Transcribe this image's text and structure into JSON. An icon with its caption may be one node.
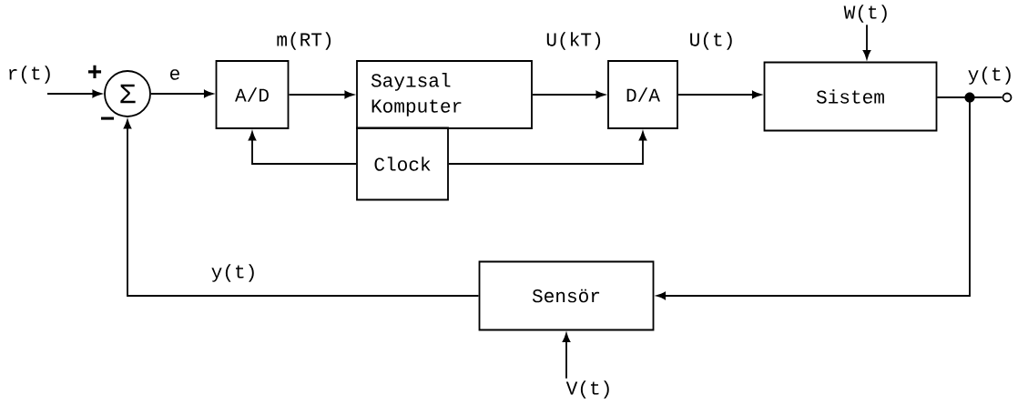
{
  "diagram": {
    "nodes": [
      {
        "text": [
          "Σ"
        ]
      },
      {
        "text": [
          "A/D"
        ]
      },
      {
        "text": [
          "Sayısal Komputer"
        ]
      },
      {
        "text": [
          "Clock"
        ]
      },
      {
        "text": [
          "D/A"
        ]
      },
      {
        "text": [
          "Sistem"
        ]
      },
      {
        "text": [
          "Sensör"
        ]
      },
      {
        "text": [
          "W(t)"
        ]
      },
      {
        "text": [
          "V(t)"
        ]
      },
      {
        "text": [],
        "shape": "circle"
      }
    ],
    "edges": [
      {
        "from": null,
        "to": 0,
        "arrow": "to",
        "label": "r(t)"
      },
      {
        "from": 0,
        "to": 1,
        "arrow": "to",
        "label": "e"
      },
      {
        "from": 1,
        "to": 2,
        "arrow": "to",
        "label": "m(RT)"
      },
      {
        "from": 2,
        "to": 4,
        "arrow": "to",
        "label": "U(kT)"
      },
      {
        "from": 4,
        "to": 5,
        "arrow": "to",
        "label": "U(t)"
      },
      {
        "from": 3,
        "to": 1,
        "arrow": "to"
      },
      {
        "from": 3,
        "to": 4,
        "arrow": "to"
      },
      {
        "from": 7,
        "to": 5,
        "arrow": "to"
      },
      {
        "from": 5,
        "to": 9,
        "arrow": "none",
        "label": "y(t)"
      },
      {
        "from": 5,
        "to": 6,
        "arrow": "to"
      },
      {
        "from": 6,
        "to": 0,
        "arrow": "to",
        "label": "y(t)"
      },
      {
        "from": 8,
        "to": 6,
        "arrow": "to"
      }
    ],
    "labels": [
      "+",
      "−"
    ]
  }
}
